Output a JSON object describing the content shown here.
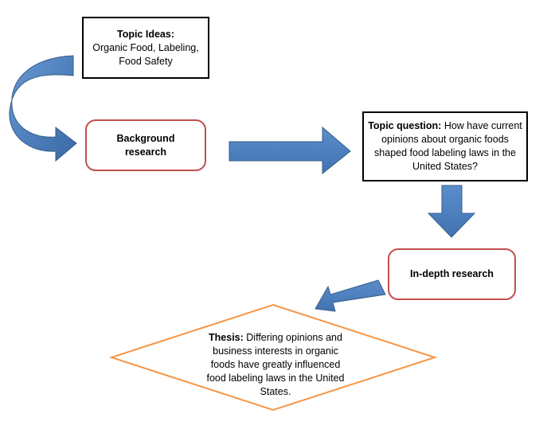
{
  "topic_ideas": {
    "title": "Topic Ideas:",
    "line1": "Organic Food, Labeling,",
    "line2": "Food Safety"
  },
  "background": {
    "line1": "Background",
    "line2": "research"
  },
  "topic_question": {
    "label": "Topic question:",
    "line1_rest": " How have current",
    "line2": "opinions about organic foods",
    "line3": "shaped food labeling laws in the",
    "line4": "United States?"
  },
  "indepth": {
    "label": "In-depth research"
  },
  "thesis": {
    "label": "Thesis:",
    "line1_rest": " Differing opinions and",
    "line2": "business interests in organic",
    "line3": "foods have greatly influenced",
    "line4": "food labeling laws in the United",
    "line5": "States."
  },
  "colors": {
    "arrow_fill": "#4f81bd",
    "arrow_stroke": "#385d8a",
    "rounded_box_border": "#c0504d",
    "diamond_border": "#f79646",
    "plain_box_border": "#000000"
  }
}
